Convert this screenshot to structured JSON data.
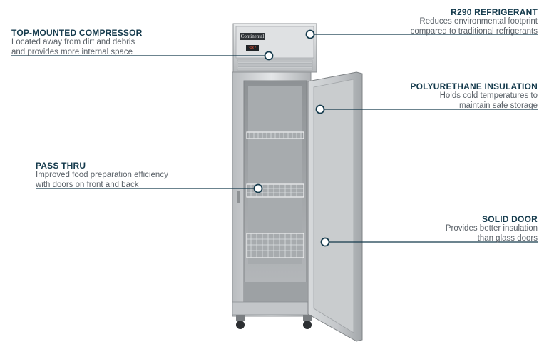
{
  "product": {
    "brand": "Continental",
    "display": "38°"
  },
  "callouts": [
    {
      "id": "compressor",
      "title": "TOP-MOUNTED COMPRESSOR",
      "description": "Located away from dirt and debris\nand provides more internal space"
    },
    {
      "id": "refrigerant",
      "title": "R290 REFRIGERANT",
      "description": "Reduces environmental footprint\ncompared to traditional refrigerants"
    },
    {
      "id": "insulation",
      "title": "POLYURETHANE INSULATION",
      "description": "Holds cold temperatures to\nmaintain safe storage"
    },
    {
      "id": "passthru",
      "title": "PASS THRU",
      "description": "Improved food preparation efficiency\nwith doors on front and back"
    },
    {
      "id": "door",
      "title": "SOLID DOOR",
      "description": "Provides better insulation\nthan glass doors"
    }
  ],
  "colors": {
    "accent": "#143a4c",
    "body_text": "#5a6168",
    "steel": "#c8cbce"
  }
}
